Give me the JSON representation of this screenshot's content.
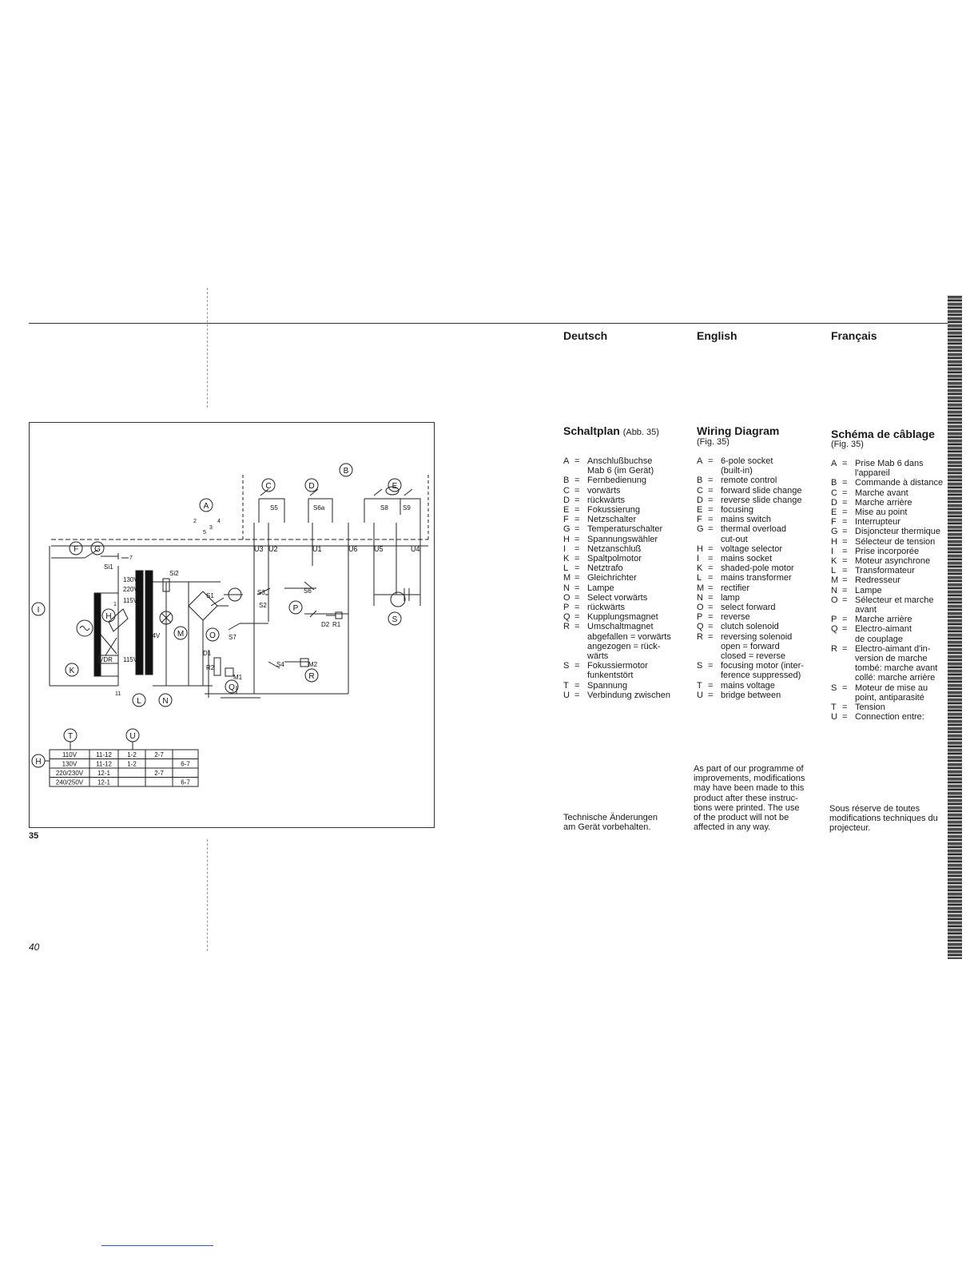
{
  "page": {
    "fig_number": "35",
    "page_number": "40"
  },
  "headers": {
    "deutsch": "Deutsch",
    "english": "English",
    "francais": "Français"
  },
  "deutsch": {
    "title": "Schaltplan",
    "fig": "(Abb. 35)",
    "legend": [
      {
        "k": "A",
        "v": "Anschlußbuchse"
      },
      {
        "k": "",
        "v": "Mab 6 (im Gerät)"
      },
      {
        "k": "B",
        "v": "Fernbedienung"
      },
      {
        "k": "C",
        "v": "vorwärts"
      },
      {
        "k": "D",
        "v": "rückwärts"
      },
      {
        "k": "E",
        "v": "Fokussierung"
      },
      {
        "k": "F",
        "v": "Netzschalter"
      },
      {
        "k": "G",
        "v": "Temperaturschalter"
      },
      {
        "k": "H",
        "v": "Spannungswähler"
      },
      {
        "k": "I",
        "v": "Netzanschluß"
      },
      {
        "k": "K",
        "v": "Spaltpolmotor"
      },
      {
        "k": "L",
        "v": "Netztrafo"
      },
      {
        "k": "M",
        "v": "Gleichrichter"
      },
      {
        "k": "N",
        "v": "Lampe"
      },
      {
        "k": "O",
        "v": "Select vorwärts"
      },
      {
        "k": "P",
        "v": "rückwärts"
      },
      {
        "k": "Q",
        "v": "Kupplungsmagnet"
      },
      {
        "k": "R",
        "v": "Umschaltmagnet"
      },
      {
        "k": "",
        "v": "abgefallen = vorwärts"
      },
      {
        "k": "",
        "v": "angezogen = rück-"
      },
      {
        "k": "",
        "v": "wärts"
      },
      {
        "k": "S",
        "v": "Fokussiermotor"
      },
      {
        "k": "",
        "v": "funkentstört"
      },
      {
        "k": "T",
        "v": "Spannung"
      },
      {
        "k": "U",
        "v": "Verbindung zwischen"
      }
    ],
    "note": [
      "Technische Änderungen",
      "am Gerät vorbehalten."
    ]
  },
  "english": {
    "title": "Wiring Diagram",
    "fig": "(Fig. 35)",
    "legend": [
      {
        "k": "A",
        "v": "6-pole socket"
      },
      {
        "k": "",
        "v": "(built-in)"
      },
      {
        "k": "B",
        "v": "remote control"
      },
      {
        "k": "C",
        "v": "forward slide change"
      },
      {
        "k": "D",
        "v": "reverse slide change"
      },
      {
        "k": "E",
        "v": "focusing"
      },
      {
        "k": "F",
        "v": "mains switch"
      },
      {
        "k": "G",
        "v": "thermal overload"
      },
      {
        "k": "",
        "v": "cut-out"
      },
      {
        "k": "H",
        "v": "voltage selector"
      },
      {
        "k": "I",
        "v": "mains socket"
      },
      {
        "k": "K",
        "v": "shaded-pole motor"
      },
      {
        "k": "L",
        "v": "mains transformer"
      },
      {
        "k": "M",
        "v": "rectifier"
      },
      {
        "k": "N",
        "v": "lamp"
      },
      {
        "k": "O",
        "v": "select forward"
      },
      {
        "k": "P",
        "v": "reverse"
      },
      {
        "k": "Q",
        "v": "clutch solenoid"
      },
      {
        "k": "R",
        "v": "reversing solenoid"
      },
      {
        "k": "",
        "v": "open = forward"
      },
      {
        "k": "",
        "v": "closed = reverse"
      },
      {
        "k": "S",
        "v": "focusing motor (inter-"
      },
      {
        "k": "",
        "v": "ference suppressed)"
      },
      {
        "k": "T",
        "v": "mains voltage"
      },
      {
        "k": "U",
        "v": "bridge between"
      }
    ],
    "note": [
      "As part of our programme of",
      "improvements, modifications",
      "may have been made to this",
      "product after these instruc-",
      "tions were printed. The use",
      "of the product will not be",
      "affected in any way."
    ]
  },
  "francais": {
    "title": "Schéma de câblage",
    "fig": "(Fig. 35)",
    "legend": [
      {
        "k": "A",
        "v": "Prise Mab 6 dans"
      },
      {
        "k": "",
        "v": "l'appareil"
      },
      {
        "k": "B",
        "v": "Commande à distance"
      },
      {
        "k": "C",
        "v": "Marche avant"
      },
      {
        "k": "D",
        "v": "Marche arrière"
      },
      {
        "k": "E",
        "v": "Mise au point"
      },
      {
        "k": "F",
        "v": "Interrupteur"
      },
      {
        "k": "G",
        "v": "Disjoncteur thermique"
      },
      {
        "k": "H",
        "v": "Sélecteur de tension"
      },
      {
        "k": "I",
        "v": "Prise incorporée"
      },
      {
        "k": "K",
        "v": "Moteur asynchrone"
      },
      {
        "k": "L",
        "v": "Transformateur"
      },
      {
        "k": "M",
        "v": "Redresseur"
      },
      {
        "k": "N",
        "v": "Lampe"
      },
      {
        "k": "O",
        "v": "Sélecteur et marche"
      },
      {
        "k": "",
        "v": "avant"
      },
      {
        "k": "P",
        "v": "Marche arrière"
      },
      {
        "k": "Q",
        "v": "Electro-aimant"
      },
      {
        "k": "",
        "v": "de couplage"
      },
      {
        "k": "R",
        "v": "Electro-aimant d'in-"
      },
      {
        "k": "",
        "v": "version de marche"
      },
      {
        "k": "",
        "v": "tombé: marche avant"
      },
      {
        "k": "",
        "v": "collé: marche arrière"
      },
      {
        "k": "S",
        "v": "Moteur de mise au"
      },
      {
        "k": "",
        "v": "point, antiparasité"
      },
      {
        "k": "T",
        "v": "Tension"
      },
      {
        "k": "U",
        "v": "Connection entre:"
      }
    ],
    "note": [
      "Sous réserve de toutes",
      "modifications techniques du",
      "projecteur."
    ]
  },
  "diagram": {
    "circle_labels": [
      "A",
      "B",
      "C",
      "D",
      "E",
      "F",
      "G",
      "H",
      "I",
      "K",
      "L",
      "M",
      "N",
      "O",
      "P",
      "Q",
      "R",
      "S"
    ],
    "contact_labels": [
      "U3",
      "U2",
      "U1",
      "U6",
      "U5",
      "U4"
    ],
    "part_labels": [
      "S1",
      "S2",
      "S3",
      "S4",
      "S5",
      "S6",
      "S6a",
      "S7",
      "S8",
      "S9",
      "Si1",
      "Si2",
      "D1",
      "D2",
      "R1",
      "R2",
      "M1",
      "M2",
      "VDR",
      "24V",
      "115V",
      "130V",
      "220V",
      "115V"
    ],
    "pins": [
      "1",
      "2",
      "3",
      "4",
      "5",
      "7",
      "11"
    ],
    "table": {
      "head_T": "T",
      "head_U": "U",
      "head_H": "H",
      "rows": [
        [
          "110V",
          "11-12",
          "1-2",
          "2-7",
          ""
        ],
        [
          "130V",
          "11-12",
          "1-2",
          "",
          "6-7"
        ],
        [
          "220/230V",
          "12-1",
          "",
          "2-7",
          ""
        ],
        [
          "240/250V",
          "12-1",
          "",
          "",
          "6-7"
        ]
      ]
    }
  }
}
